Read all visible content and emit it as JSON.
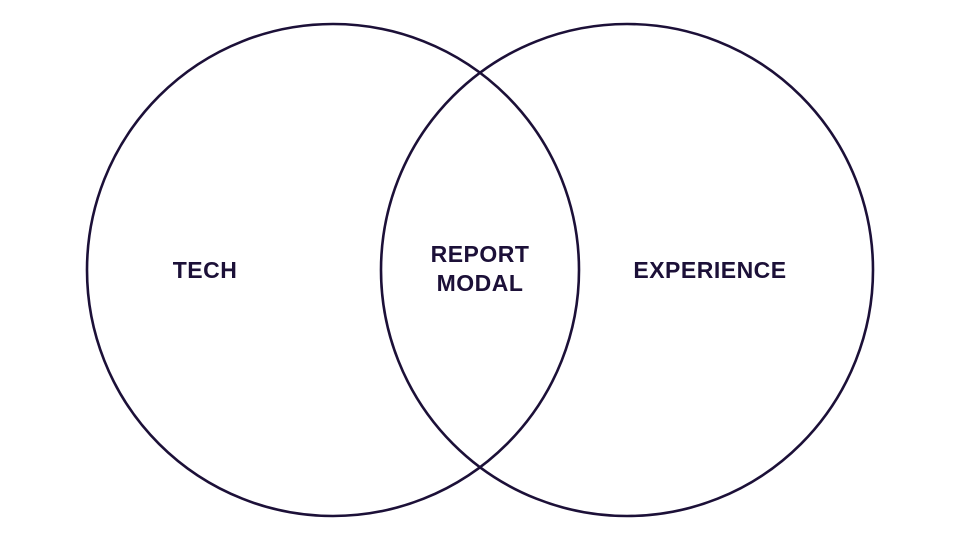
{
  "diagram": {
    "type": "venn",
    "colors": {
      "stroke": "#1c1038",
      "text": "#1c1038",
      "background": "#ffffff"
    },
    "sets": [
      {
        "label": "TECH"
      },
      {
        "label": "EXPERIENCE"
      }
    ],
    "intersection": {
      "line1": "REPORT",
      "line2": "MODAL"
    }
  }
}
